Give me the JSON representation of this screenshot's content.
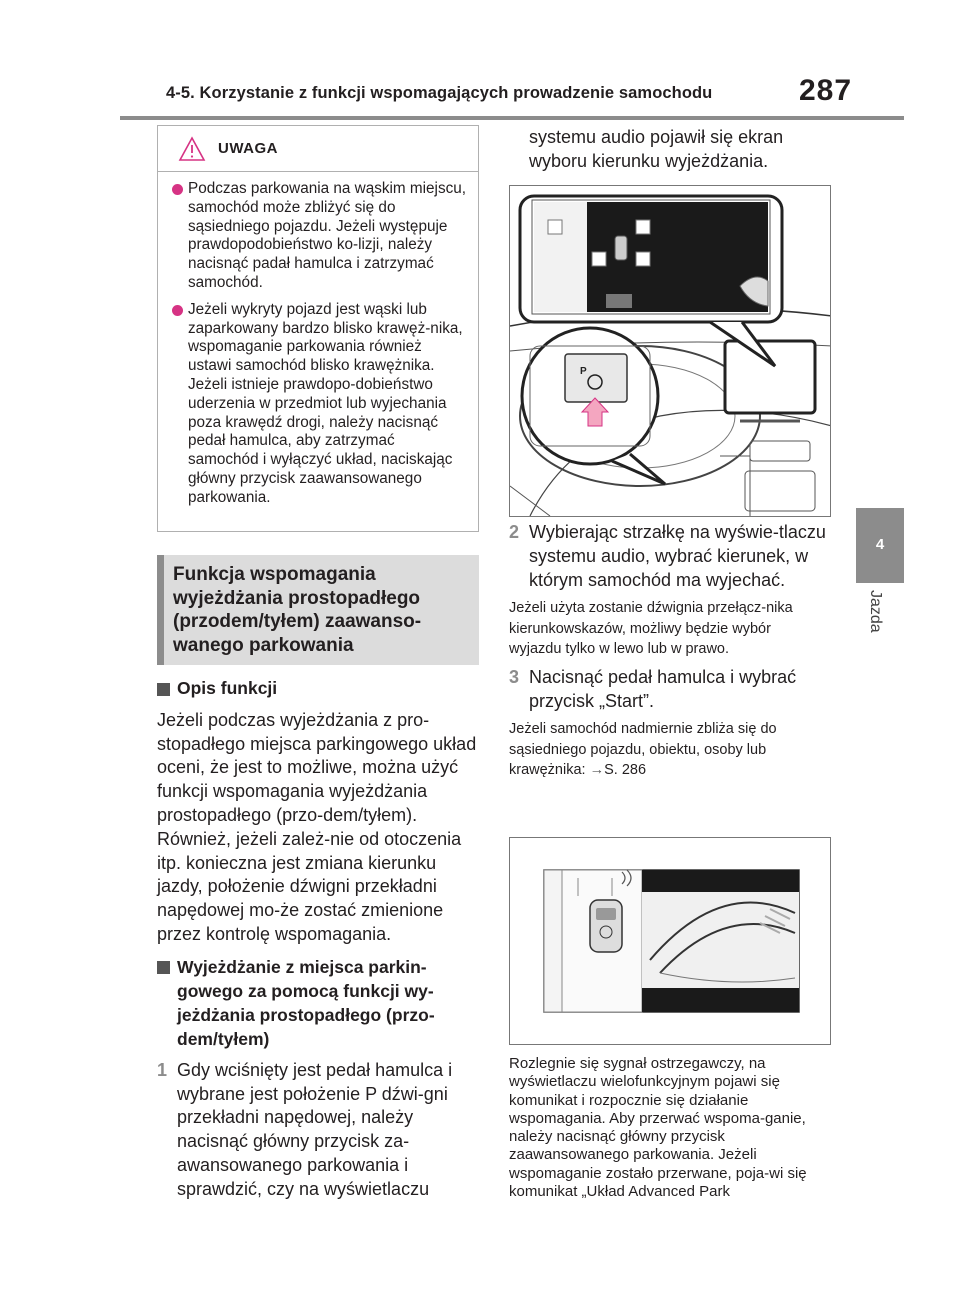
{
  "header": {
    "title": "4-5. Korzystanie z funkcji wspomagających prowadzenie samochodu",
    "page_number": "287"
  },
  "side_tab": {
    "number": "4",
    "label": "Jazda"
  },
  "warning": {
    "title": "UWAGA",
    "items": [
      "Podczas parkowania na wąskim miejscu, samochód może zbliżyć się do sąsiedniego pojazdu. Jeżeli występuje prawdopodobieństwo ko-lizji, należy nacisnąć padał hamulca i zatrzymać samochód.",
      "Jeżeli wykryty pojazd jest wąski lub zaparkowany bardzo blisko krawęż-nika, wspomaganie parkowania również ustawi samochód blisko krawężnika. Jeżeli istnieje prawdopo-dobieństwo uderzenia w przedmiot lub wyjechania poza krawędź drogi, należy nacisnąć pedał hamulca, aby zatrzymać samochód i wyłączyć układ, naciskając główny przycisk zaawansowanego parkowania."
    ]
  },
  "section_heading": "Funkcja wspomagania wyjeżdżania prostopadłego (przodem/tyłem) zaawanso-wanego parkowania",
  "left": {
    "sub1": "Opis funkcji",
    "para1": "Jeżeli podczas wyjeżdżania z pro-stopadłego miejsca parkingowego układ oceni, że jest to możliwe, można użyć funkcji wspomagania wyjeżdżania prostopadłego (przo-dem/tyłem). Również, jeżeli zależ-nie od otoczenia itp. konieczna jest zmiana kierunku jazdy, położenie dźwigni przekładni napędowej mo-że zostać zmienione przez kontrolę wspomagania.",
    "sub2": "Wyjeżdżanie z miejsca parkin-gowego za pomocą funkcji wy-jeżdżania prostopadłego (przo-dem/tyłem)",
    "step1_num": "1",
    "step1": "Gdy wciśnięty jest pedał hamulca i wybrane jest położenie P dźwi-gni przekładni napędowej, należy nacisnąć główny przycisk za-awansowanego parkowania i sprawdzić, czy na wyświetlaczu"
  },
  "right": {
    "step1_cont": "systemu audio pojawił się ekran wyboru kierunku wyjeżdżania.",
    "step2_num": "2",
    "step2": "Wybierając strzałkę na wyświe-tlaczu systemu audio, wybrać kierunek, w którym samochód ma wyjechać.",
    "note2": "Jeżeli użyta zostanie dźwignia przełącz-nika kierunkowskazów, możliwy będzie wybór wyjazdu tylko w lewo lub w prawo.",
    "step3_num": "3",
    "step3": "Nacisnąć pedał hamulca i wybrać przycisk „Start”.",
    "note3_text": "Jeżeli samochód nadmiernie zbliża się do sąsiedniego pojazdu, obiektu, osoby lub krawężnika:",
    "note3_ref": "S. 286",
    "note_final": "Rozlegnie się sygnał ostrzegawczy, na wyświetlaczu wielofunkcyjnym pojawi się komunikat i rozpocznie się działanie wspomagania. Aby przerwać wspoma-ganie, należy nacisnąć główny przycisk zaawansowanego parkowania. Jeżeli wspomaganie zostało przerwane, poja-wi się komunikat „Układ Advanced Park"
  },
  "figure1": {
    "button_letter": "P"
  },
  "colors": {
    "accent": "#d63384",
    "gray": "#8c8c8c",
    "arrow": "#f4a6c0"
  }
}
